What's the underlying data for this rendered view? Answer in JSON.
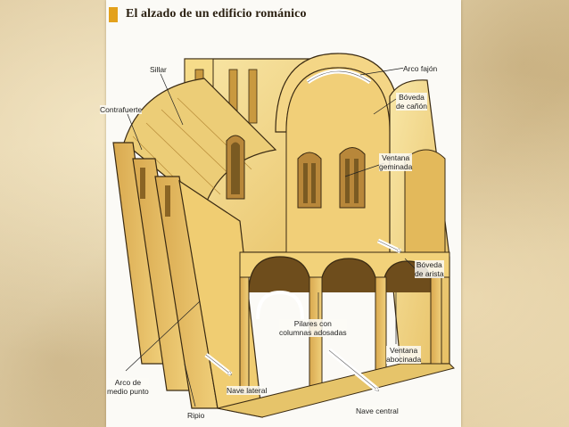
{
  "title": "El alzado de un edificio románico",
  "labels": {
    "sillar": "Sillar",
    "contrafuerte": "Contrafuerte",
    "arco_fajon": "Arco fajón",
    "boveda_canon_1": "Bóveda",
    "boveda_canon_2": "de cañón",
    "ventana_geminada_1": "Ventana",
    "ventana_geminada_2": "geminada",
    "boveda_arista_1": "Bóveda",
    "boveda_arista_2": "de arista",
    "pilares_1": "Pilares con",
    "pilares_2": "columnas adosadas",
    "ventana_abocinada_1": "Ventana",
    "ventana_abocinada_2": "abocinada",
    "arco_medio_punto_1": "Arco de",
    "arco_medio_punto_2": "medio punto",
    "nave_lateral": "Nave lateral",
    "nave_central": "Nave central",
    "ripio": "Ripio"
  },
  "colors": {
    "stone": "#f2d27a",
    "stone_light": "#f7e3a0",
    "stone_dark": "#c99a45",
    "outline": "#3a2a12",
    "accent": "#e3a11c"
  }
}
